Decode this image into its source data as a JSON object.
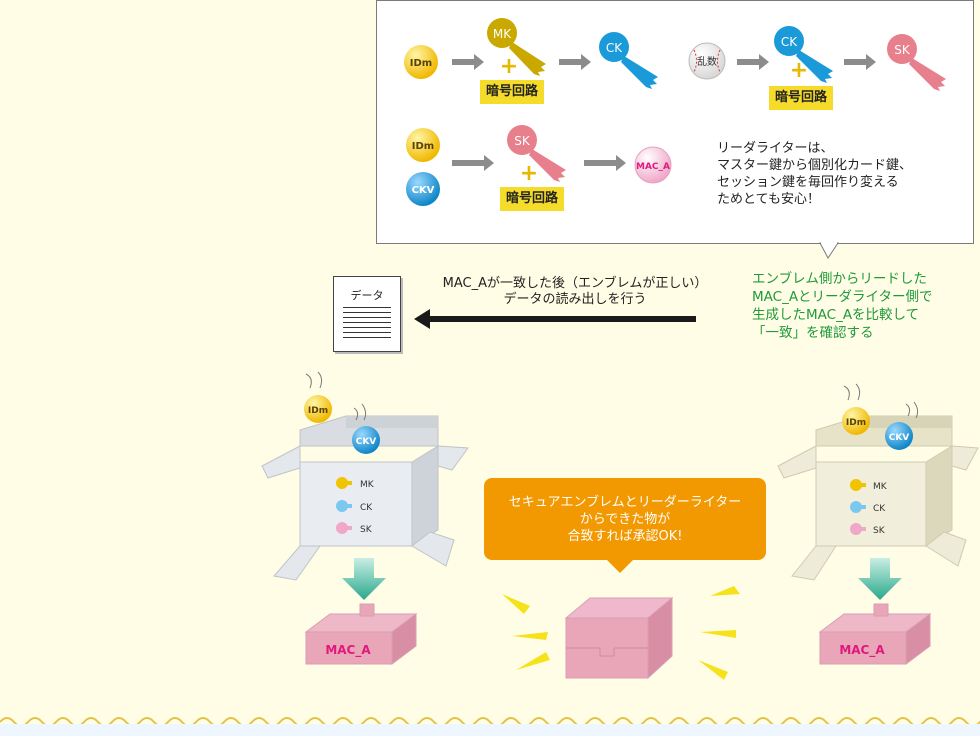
{
  "top_box": {
    "idm_label": "IDm",
    "mk_label": "MK",
    "ck_label": "CK",
    "sk_label": "SK",
    "random_label": "乱数",
    "ckv_label": "CKV",
    "mac_label": "MAC_A",
    "circuit_label": "暗号回路",
    "note_lines": [
      "リーダライターは、",
      "マスター鍵から個別化カード鍵、",
      "セッション鍵を毎回作り変える",
      "ためとても安心！"
    ]
  },
  "compare_note": [
    "エンブレム側からリードした",
    "MAC_Aとリーダライター側で",
    "生成したMAC_Aを比較して",
    "「一致」を確認する"
  ],
  "read_caption": [
    "MAC_Aが一致した後（エンブレムが正しい）",
    "データの読み出しを行う"
  ],
  "document_label": "データ",
  "box_keys": [
    "MK",
    "CK",
    "SK"
  ],
  "box_idm": "IDm",
  "box_ckv": "CKV",
  "mac_box_label": "MAC_A",
  "bubble_lines": [
    "セキュアエンブレムとリーダーライター",
    "からできた物が",
    "合致すれば承認OK!"
  ],
  "colors": {
    "background": "#fffde6",
    "yellow_circle": "#f3c400",
    "blue_circle": "#1a9ad8",
    "mk_key": "#c9a800",
    "ck_key": "#1a9ad8",
    "sk_key": "#e87f8d",
    "circuit_bg": "#f6dc2a",
    "green_text": "#1f9a3a",
    "orange_bubble": "#f29800",
    "mac_text": "#e0197d",
    "pink_box": "#e8a6b8"
  }
}
